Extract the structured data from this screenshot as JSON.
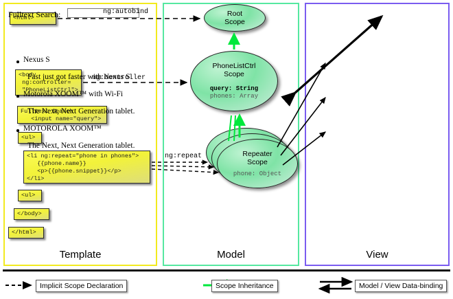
{
  "columns": [
    {
      "key": "template",
      "label": "Template",
      "border_color": "#f2ea1e"
    },
    {
      "key": "model",
      "label": "Model",
      "border_color": "#55e8a0"
    },
    {
      "key": "view",
      "label": "View",
      "border_color": "#7a5cf0"
    }
  ],
  "template": {
    "boxes": [
      {
        "name": "html-open-tag",
        "text": "<html>"
      },
      {
        "name": "body-controller-tag",
        "text": "<body\n ng:controller=\n \"PhoneListCtrl\">"
      },
      {
        "name": "fulltext-search-input-snippet",
        "text": "Fulltext Search:\n   <input name=\"query\">"
      },
      {
        "name": "ul-open-tag",
        "text": "<ul>"
      },
      {
        "name": "li-repeat-snippet",
        "text": "<li ng:repeat=\"phone in phones\">\n   {{phone.name}}\n   <p>{{phone.snippet}}</p>\n</li>"
      },
      {
        "name": "ul-close-tag",
        "text": "<ul>"
      },
      {
        "name": "body-close-tag",
        "text": "</body>"
      },
      {
        "name": "html-close-tag",
        "text": "</html>"
      }
    ]
  },
  "model": {
    "scopes": [
      {
        "name": "root-scope",
        "title": "Root\nScope",
        "props": []
      },
      {
        "name": "phonelistctrl-scope",
        "title": "PhoneListCtrl\nScope",
        "props": [
          {
            "text": "query: String",
            "style": "bold"
          },
          {
            "text": "phones: Array",
            "style": "gray"
          }
        ]
      },
      {
        "name": "repeater-scope",
        "title": "Repeater\nScope",
        "props": [
          {
            "text": "phone: Object",
            "style": "gray"
          }
        ]
      }
    ]
  },
  "view": {
    "search_label": "Fulltext Search:",
    "search_value": "",
    "items": [
      {
        "name": "Nexus S",
        "snippet": "Fast just got faster with Nexus S."
      },
      {
        "name": "Motorola XOOM™  with Wi-Fi",
        "snippet": "The Next, Next Generation tablet."
      },
      {
        "name": "MOTOROLA XOOM™",
        "snippet": "The Next, Next Generation tablet."
      }
    ]
  },
  "arrow_labels": [
    {
      "name": "ng-autobind-label",
      "text": "ng:autobind"
    },
    {
      "name": "ng-controller-label",
      "text": "ng:controller"
    },
    {
      "name": "ng-repeat-label",
      "text": "ng:repeat"
    }
  ],
  "legend": [
    {
      "name": "implicit-scope-declaration",
      "label": "Implicit Scope Declaration",
      "style": "dashed-black"
    },
    {
      "name": "scope-inheritance",
      "label": "Scope Inheritance",
      "style": "solid-green"
    },
    {
      "name": "model-view-data-binding",
      "label": "Model / View Data-binding",
      "style": "double-black"
    }
  ],
  "colors": {
    "template_border": "#f2ea1e",
    "model_border": "#55e8a0",
    "view_border": "#7a5cf0",
    "code_fill": "#f2f23a",
    "scope_fill": "#7fe3a6",
    "inheritance_arrow": "#00e83c",
    "arrow_black": "#000000"
  }
}
